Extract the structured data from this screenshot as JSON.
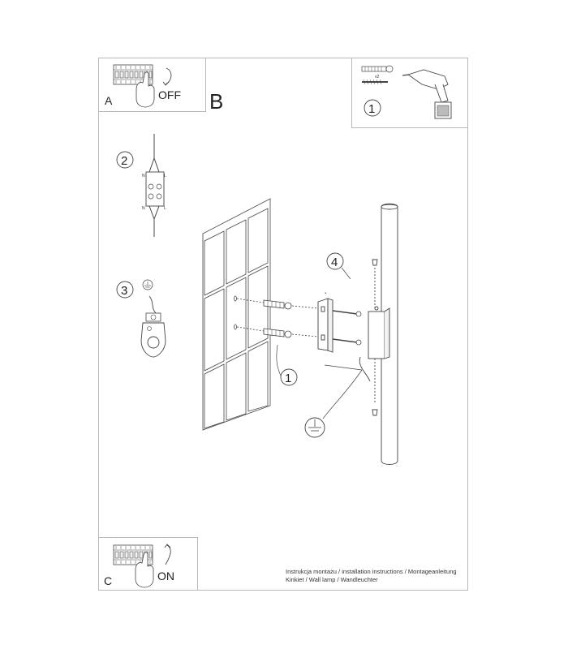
{
  "panels": {
    "a": {
      "letter": "A",
      "state": "OFF"
    },
    "c": {
      "letter": "C",
      "state": "ON"
    },
    "top_right": {
      "step": "1",
      "quantity": "x2"
    }
  },
  "main": {
    "letter": "B",
    "steps": {
      "wiring": "2",
      "ground": "3",
      "mount": "4",
      "anchors": "1"
    },
    "terminal_labels": {
      "neutral": "N",
      "live": "L"
    }
  },
  "caption": {
    "line1": "Instrukcja montażu / installation instructions / Montageanleitung",
    "line2": "Kinkiet / Wall lamp / Wandleuchter"
  },
  "colors": {
    "line": "#444444",
    "frame": "#b8b8b8",
    "fill": "#f2f2f2"
  }
}
